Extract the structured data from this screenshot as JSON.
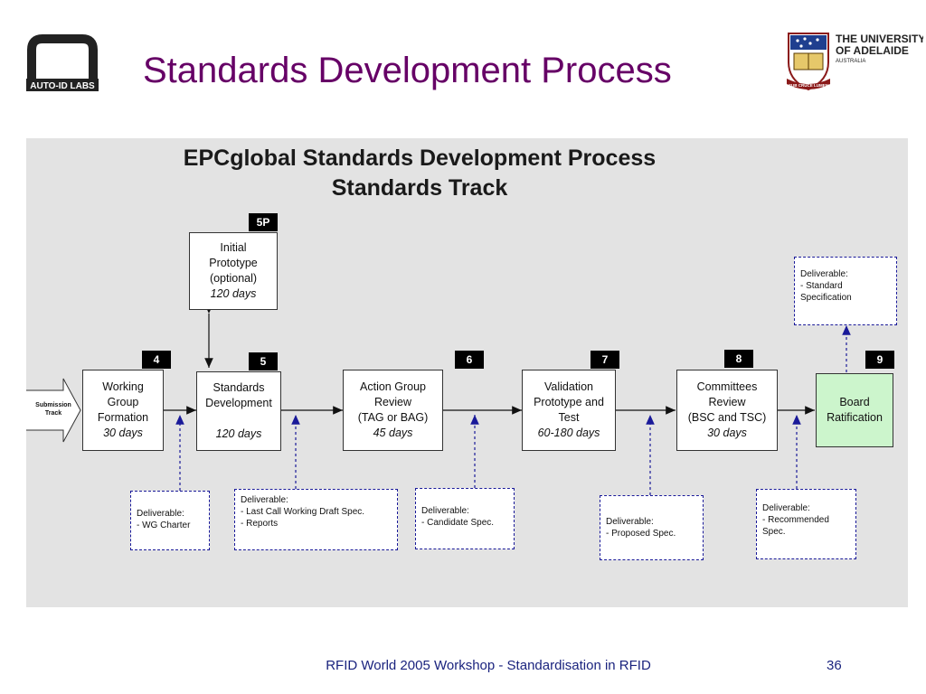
{
  "slide": {
    "title": "Standards Development Process",
    "footer": "RFID World 2005 Workshop - Standardisation in RFID",
    "page_number": "36"
  },
  "logos": {
    "left_text": "AUTO-ID LABS",
    "right_line1": "THE UNIVERSITY",
    "right_line2": "OF ADELAIDE",
    "right_line3": "AUSTRALIA",
    "right_motto": "SUB CRUCE LUMEN"
  },
  "diagram": {
    "title_line1": "EPCglobal Standards Development  Process",
    "title_line2": "Standards Track",
    "submission": {
      "line1": "Submission",
      "line2": "Track"
    },
    "steps": [
      {
        "id": "4",
        "lines": [
          "Working",
          "Group",
          "Formation"
        ],
        "duration": "30 days"
      },
      {
        "id": "5",
        "lines": [
          "Standards",
          "Development"
        ],
        "duration": "120 days"
      },
      {
        "id": "6",
        "lines": [
          "Action Group",
          "Review",
          "(TAG or BAG)"
        ],
        "duration": "45 days"
      },
      {
        "id": "7",
        "lines": [
          "Validation",
          "Prototype and",
          "Test"
        ],
        "duration": "60-180 days"
      },
      {
        "id": "8",
        "lines": [
          "Committees",
          "Review",
          "(BSC and TSC)"
        ],
        "duration": "30 days"
      },
      {
        "id": "9",
        "lines": [
          "Board",
          "Ratification"
        ],
        "duration": ""
      },
      {
        "id": "5P",
        "lines": [
          "Initial",
          "Prototype",
          "(optional)"
        ],
        "duration": "120 days"
      }
    ],
    "deliverables": [
      {
        "header": "Deliverable:",
        "items": [
          "- WG Charter"
        ]
      },
      {
        "header": "Deliverable:",
        "items": [
          "- Last Call Working Draft Spec.",
          "- Reports"
        ]
      },
      {
        "header": "Deliverable:",
        "items": [
          "- Candidate Spec."
        ]
      },
      {
        "header": "Deliverable:",
        "items": [
          "- Proposed Spec."
        ]
      },
      {
        "header": "Deliverable:",
        "items": [
          "- Recommended",
          "Spec."
        ]
      },
      {
        "header": "Deliverable:",
        "items": [
          "- Standard",
          "Specification"
        ]
      }
    ]
  },
  "colors": {
    "title": "#660066",
    "footer": "#1a237e",
    "diagram_bg": "#e3e3e3",
    "board_fill": "#ccf5cc",
    "deliverable_border": "#1a1a99"
  }
}
